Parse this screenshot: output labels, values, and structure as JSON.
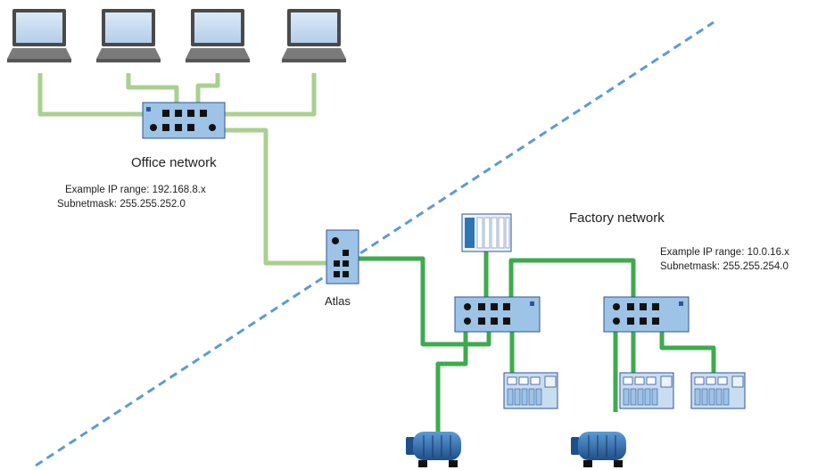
{
  "office": {
    "title": "Office network",
    "ip_range": "Example IP range: 192.168.8.x",
    "subnet": "Subnetmask: 255.255.252.0"
  },
  "factory": {
    "title": "Factory network",
    "ip_range": "Example IP range: 10.0.16.x",
    "subnet": "Subnetmask: 255.255.254.0"
  },
  "gateway": {
    "label": "Atlas"
  },
  "colors": {
    "office_link": "#a9d08e",
    "factory_link": "#3dab4d",
    "boundary": "#5b9bd5",
    "device_fill": "#9dc3e6",
    "device_stroke": "#2f5597",
    "motor_fill": "#2e75b6"
  }
}
